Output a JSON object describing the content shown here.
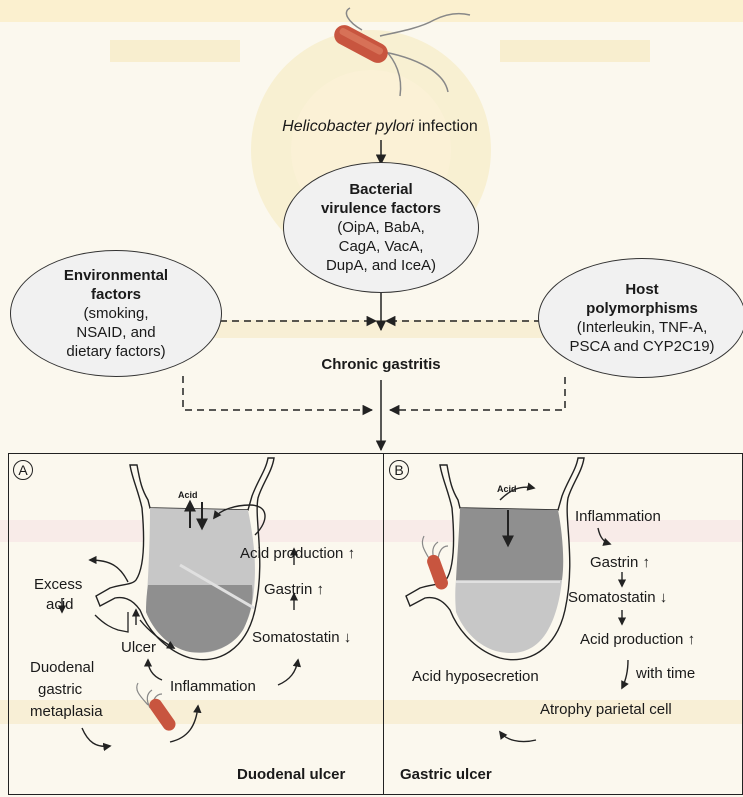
{
  "top": {
    "organism": "Helicobacter pylori",
    "infection_suffix": " infection"
  },
  "virulence": {
    "title_line1": "Bacterial",
    "title_line2": "virulence factors",
    "items_line1": "(OipA, BabA,",
    "items_line2": "CagA, VacA,",
    "items_line3": "DupA, and IceA)"
  },
  "environmental": {
    "title_line1": "Environmental",
    "title_line2": "factors",
    "items_line1": "(smoking,",
    "items_line2": "NSAID, and",
    "items_line3": "dietary factors)"
  },
  "host": {
    "title_line1": "Host",
    "title_line2": "polymorphisms",
    "items_line1": "(Interleukin, TNF-A,",
    "items_line2": "PSCA and CYP2C19)"
  },
  "center_label": "Chronic gastritis",
  "panel_a": {
    "marker": "A",
    "acid_label": "Acid",
    "acid_production": "Acid production ↑",
    "gastrin": "Gastrin ↑",
    "somatostatin": "Somatostatin ↓",
    "inflammation": "Inflammation",
    "ulcer": "Ulcer",
    "excess_line1": "Excess",
    "excess_line2": "acid",
    "duodenal_line1": "Duodenal",
    "duodenal_line2": "gastric",
    "duodenal_line3": "metaplasia",
    "caption": "Duodenal ulcer"
  },
  "panel_b": {
    "marker": "B",
    "acid_label": "Acid",
    "inflammation": "Inflammation",
    "gastrin": "Gastrin ↑",
    "somatostatin": "Somatostatin ↓",
    "acid_production": "Acid production ↑",
    "with_time": "with time",
    "atrophy": "Atrophy parietal cell",
    "hyposecretion": "Acid hyposecretion",
    "caption": "Gastric ulcer"
  },
  "colors": {
    "background": "#fbf8ee",
    "watermark_yellow": "#f7ecc4",
    "watermark_pink": "#f5dce0",
    "bacterium": "#c8553f",
    "stomach_light": "#c7c7c7",
    "stomach_dark": "#8f8f8f"
  }
}
